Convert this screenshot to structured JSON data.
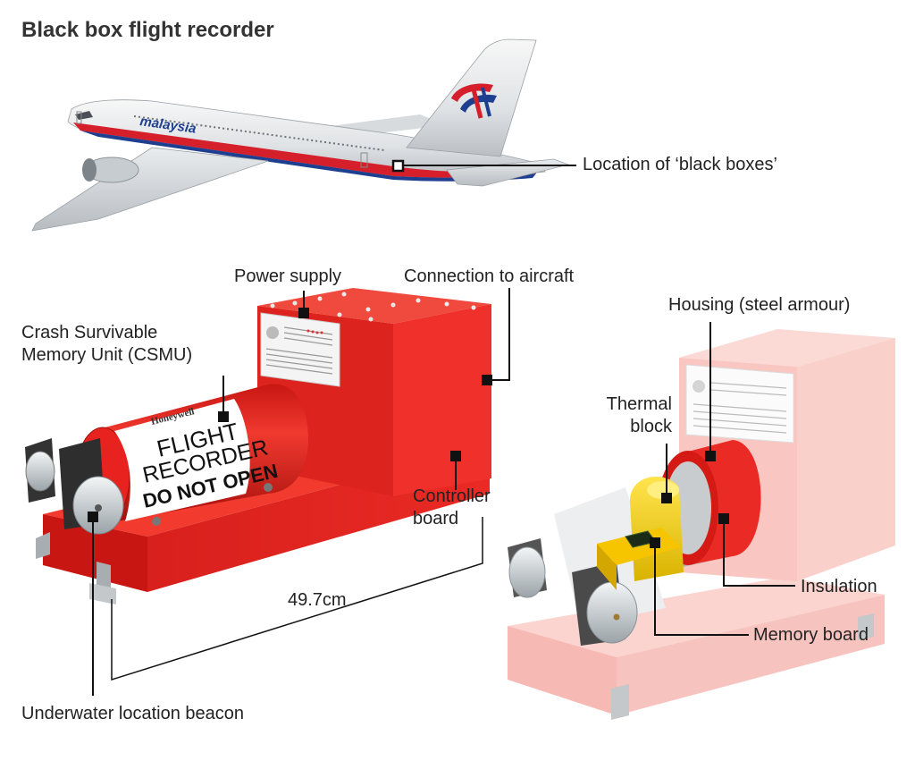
{
  "title": "Black box flight recorder",
  "aircraft": {
    "airline_text": "malaysia"
  },
  "labels": {
    "location": "Location of ‘black boxes’",
    "power_supply": "Power supply",
    "connection": "Connection to aircraft",
    "csmu_line1": "Crash Survivable",
    "csmu_line2": "Memory Unit (CSMU)",
    "controller_line1": "Controller",
    "controller_line2": "board",
    "length": "49.7cm",
    "beacon": "Underwater location beacon",
    "housing": "Housing (steel armour)",
    "thermal_line1": "Thermal",
    "thermal_line2": "block",
    "insulation": "Insulation",
    "memory_board": "Memory board"
  },
  "recorder_text": {
    "brand": "Honeywell",
    "line1": "FLIGHT",
    "line2": "RECORDER",
    "line3": "DO NOT OPEN"
  },
  "colors": {
    "recorder_red": "#e8231f",
    "recorder_dark": "#b5110e",
    "thermal_yellow": "#f2d000",
    "ghost_red": "#f6b5b0",
    "livery_red": "#d51f2a",
    "livery_blue": "#1e3f8f"
  }
}
